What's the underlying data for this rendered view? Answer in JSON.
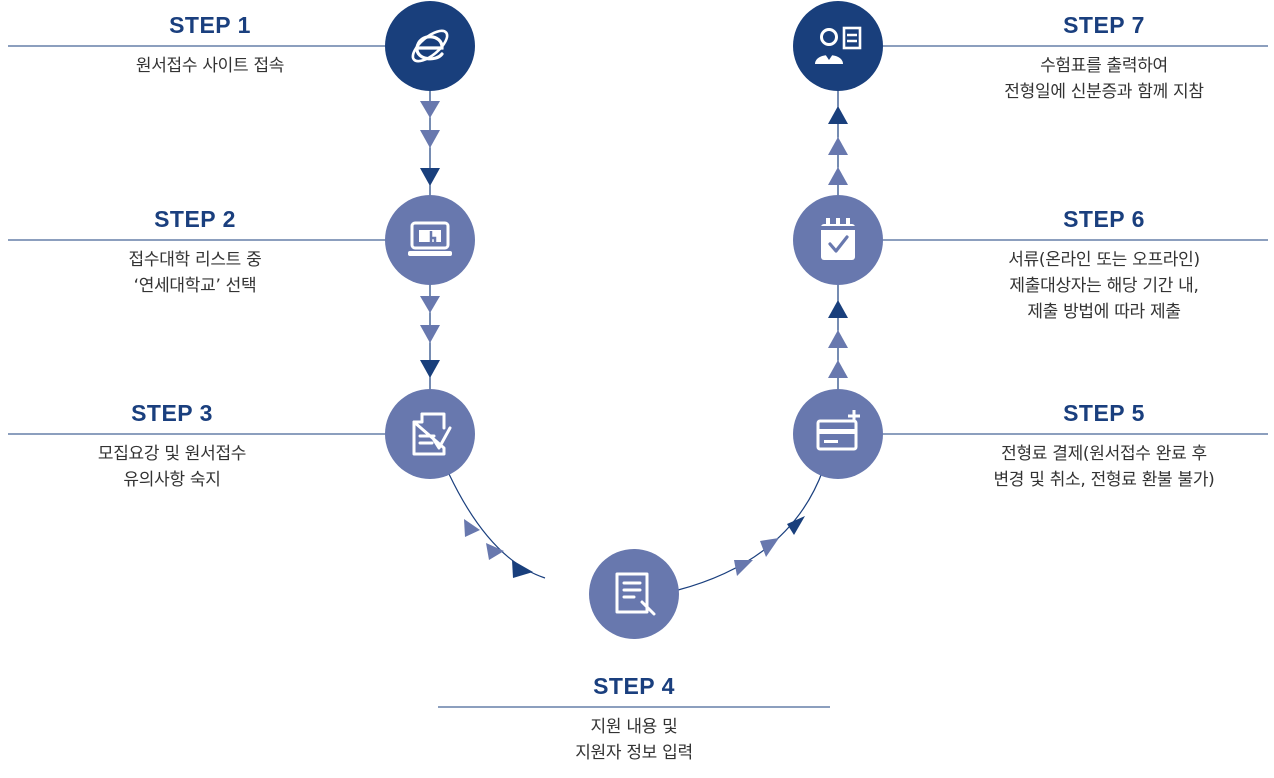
{
  "colors": {
    "dark": "#193f7c",
    "mid": "#6878ae",
    "line": "#1a3f7e"
  },
  "steps": [
    {
      "title": "STEP 1",
      "lines": [
        "원서접수 사이트 접속"
      ],
      "icon": "internet-explorer-icon",
      "style": "dark"
    },
    {
      "title": "STEP 2",
      "lines": [
        "접수대학 리스트 중",
        "‘연세대학교’ 선택"
      ],
      "icon": "computer-click-icon",
      "style": "mid"
    },
    {
      "title": "STEP 3",
      "lines": [
        "모집요강 및 원서접수",
        "유의사항 숙지"
      ],
      "icon": "document-check-icon",
      "style": "mid"
    },
    {
      "title": "STEP 4",
      "lines": [
        "지원 내용 및",
        "지원자 정보 입력"
      ],
      "icon": "document-edit-icon",
      "style": "mid"
    },
    {
      "title": "STEP 5",
      "lines": [
        "전형료 결제(원서접수 완료 후",
        "변경 및 취소, 전형료 환불 불가)"
      ],
      "icon": "credit-card-icon",
      "style": "mid"
    },
    {
      "title": "STEP 6",
      "lines": [
        "서류(온라인 또는 오프라인)",
        "제출대상자는 해당 기간 내,",
        "제출 방법에 따라 제출"
      ],
      "icon": "calendar-check-icon",
      "style": "mid"
    },
    {
      "title": "STEP 7",
      "lines": [
        "수험표를 출력하여",
        "전형일에 신분증과 함께 지참"
      ],
      "icon": "id-card-icon",
      "style": "dark"
    }
  ]
}
